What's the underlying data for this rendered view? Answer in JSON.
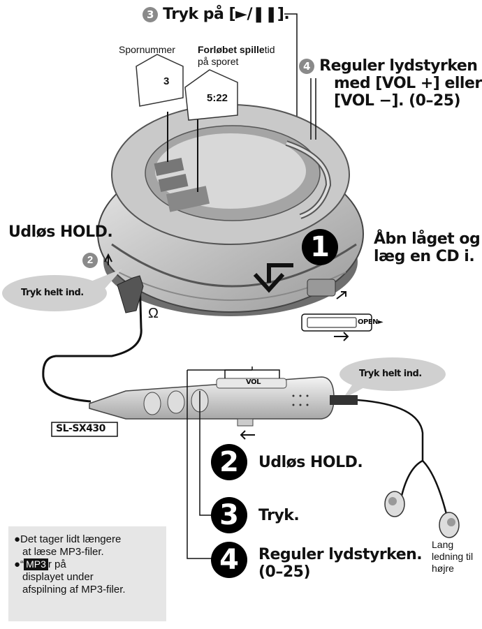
{
  "header": {
    "step3_num": "3",
    "step3_text": "Tryk på [►/❚❚]."
  },
  "display_labels": {
    "track_number": "Spornummer",
    "elapsed_bold": "Forløbet spille",
    "elapsed_rest": "tid",
    "elapsed_line2": "på sporet",
    "track_value": "3",
    "time_value": "5:22"
  },
  "step4_top": {
    "num": "4",
    "line1": "Reguler lydstyrken",
    "line2": "med [VOL +] eller",
    "line3": "[VOL −]. (0–25)"
  },
  "hold_left": {
    "text": "Udløs HOLD.",
    "num": "2"
  },
  "step1": {
    "num": "1",
    "line1": "Åbn låget og",
    "line2": "læg en CD i."
  },
  "bubble_left": "Tryk helt ind.",
  "bubble_right": "Tryk helt ind.",
  "open_label": "OPEN►",
  "headphone_symbol": "Ω",
  "model_label": "SL-SX430",
  "remote_vol_label": "VOL",
  "steps_remote": [
    {
      "num": "2",
      "text": "Udløs HOLD."
    },
    {
      "num": "3",
      "text": "Tryk."
    },
    {
      "num": "4",
      "line1": "Reguler lydstyrken.",
      "line2": "(0–25)"
    }
  ],
  "earphone_label": {
    "line1": "Lang",
    "line2": "ledning til",
    "line3": "højre"
  },
  "notes": {
    "line1": "●Det tager lidt længere",
    "line2": "at læse MP3-filer.",
    "line3_pre": "●“",
    "mp3": "MP3",
    "line3_post": "r på",
    "line4": "displayet under",
    "line5": "afspilning af MP3-filer."
  }
}
